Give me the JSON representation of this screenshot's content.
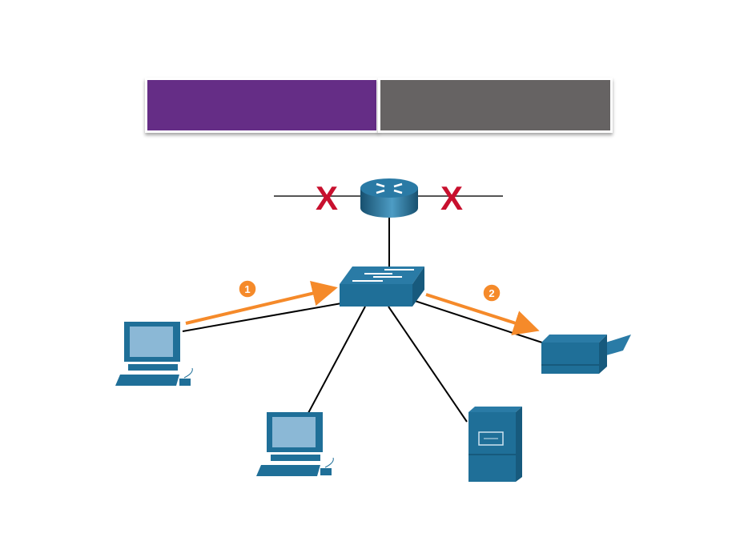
{
  "header": {
    "left_color": "#652d86",
    "right_color": "#666363"
  },
  "diagram": {
    "blocked_marker": "X",
    "steps": [
      {
        "label": "1"
      },
      {
        "label": "2"
      }
    ],
    "colors": {
      "device": "#1f6f98",
      "arrow": "#f58a2a",
      "blocked": "#c8102e"
    },
    "devices": [
      "router",
      "switch",
      "pc-1",
      "pc-2",
      "server",
      "printer"
    ]
  }
}
